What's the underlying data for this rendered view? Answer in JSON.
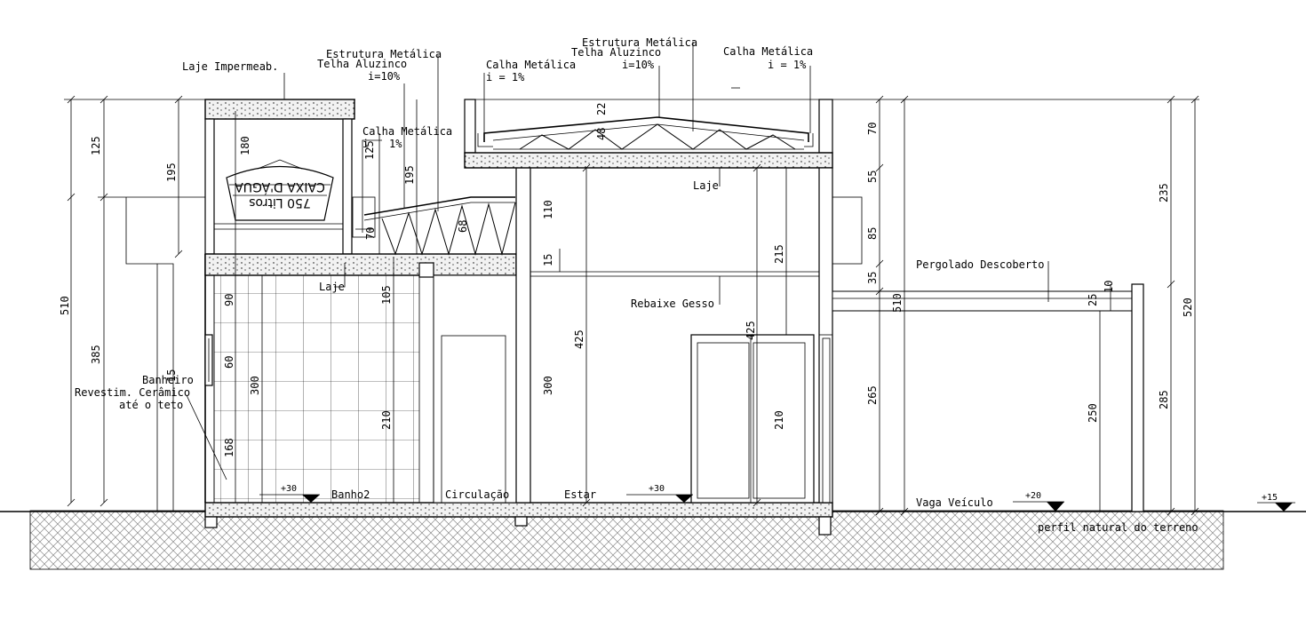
{
  "drawing": {
    "labels": {
      "laje_impermeab": "Laje Impermeab.",
      "estrutura_metalica_1": "Estrutura Metálica",
      "telha_aluzinco_1": "Telha Aluzinco",
      "inclinacao_1": "i=10%",
      "calha_1": "Calha Metálica",
      "calha_1_i": "i = 1%",
      "estrutura_metalica_2": "Estrutura Metálica",
      "telha_aluzinco_2": "Telha Aluzinco",
      "inclinacao_2": "i=10%",
      "calha_2": "Calha Metálica",
      "calha_2_i": "i = 1%",
      "calha_3_a": "Calha Metálica",
      "calha_3_b": "i",
      "calha_3_c": "1%",
      "caixa_1": "CAIXA D'ÁGUA",
      "caixa_2": "750 Litros",
      "laje_1": "Laje",
      "laje_2": "Laje",
      "rebaixe": "Rebaixe Gesso",
      "pergolado": "Pergolado Descoberto",
      "banheiro": "Banheiro",
      "revestim_1": "Revestim. Cerâmico",
      "revestim_2": "até o teto",
      "banho2": "Banho2",
      "circulacao": "Circulação",
      "estar": "Estar",
      "vaga": "Vaga Veículo",
      "perfil": "perfil natural do terreno"
    },
    "levels": {
      "l1": "+30",
      "l2": "+30",
      "l3": "+20",
      "l4": "+15"
    },
    "dimensions": {
      "d125a": "125",
      "d195a": "195",
      "d180": "180",
      "d510a": "510",
      "d385": "385",
      "d15a": "15",
      "d125b": "125",
      "d70a": "70",
      "d195b": "195",
      "d68": "68",
      "d90": "90",
      "d60": "60",
      "d300a": "300",
      "d168": "168",
      "d105": "105",
      "d210a": "210",
      "d22": "22",
      "d48": "48",
      "d110": "110",
      "d15b": "15",
      "d425a": "425",
      "d300b": "300",
      "d215": "215",
      "d425b": "425",
      "d210b": "210",
      "d70b": "70",
      "d55": "55",
      "d85": "85",
      "d35": "35",
      "d510b": "510",
      "d265": "265",
      "d10": "10",
      "d25": "25",
      "d250": "250",
      "d235": "235",
      "d520": "520",
      "d285": "285"
    }
  }
}
